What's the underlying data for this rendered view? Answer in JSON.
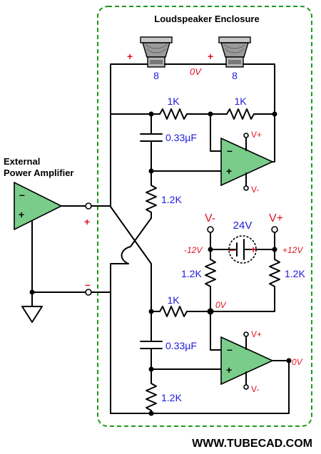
{
  "enclosure": {
    "title": "Loudspeaker Enclosure",
    "border_color": "#1a9a1a"
  },
  "amplifier": {
    "title_line1": "External",
    "title_line2": "Power Amplifier",
    "minus": "–",
    "plus": "+"
  },
  "speakers": [
    {
      "plus": "+",
      "impedance": "8"
    },
    {
      "plus": "+",
      "impedance": "8"
    }
  ],
  "speaker_mid_label": "0V",
  "resistors": {
    "feedback_left": "1K",
    "feedback_right": "1K",
    "upper_ground": "1.2K",
    "divider_left": "1.2K",
    "divider_right": "1.2K",
    "lower_input": "1K",
    "lower_ground": "1.2K"
  },
  "capacitors": {
    "upper": "0.33µF",
    "lower": "0.33µF"
  },
  "opamp_pins": {
    "upper": {
      "vplus": "V+",
      "vminus": "V-",
      "inv": "–",
      "noninv": "+"
    },
    "lower": {
      "vplus": "V+",
      "vminus": "V-",
      "inv": "–",
      "noninv": "+"
    }
  },
  "input_terminals": {
    "plus": "+",
    "minus": "–"
  },
  "supply": {
    "neg_rail": "V-",
    "pos_rail": "V+",
    "voltage": "24V",
    "neg_value": "-12V",
    "pos_value": "+12V",
    "batt_minus": "–",
    "batt_plus": "+",
    "mid_label": "0V"
  },
  "output_label": "0V",
  "footer": "WWW.TUBECAD.COM",
  "colors": {
    "opamp_fill": "#79cc8a",
    "value_text": "#1d1ad6",
    "rail_text": "#e0141e"
  }
}
